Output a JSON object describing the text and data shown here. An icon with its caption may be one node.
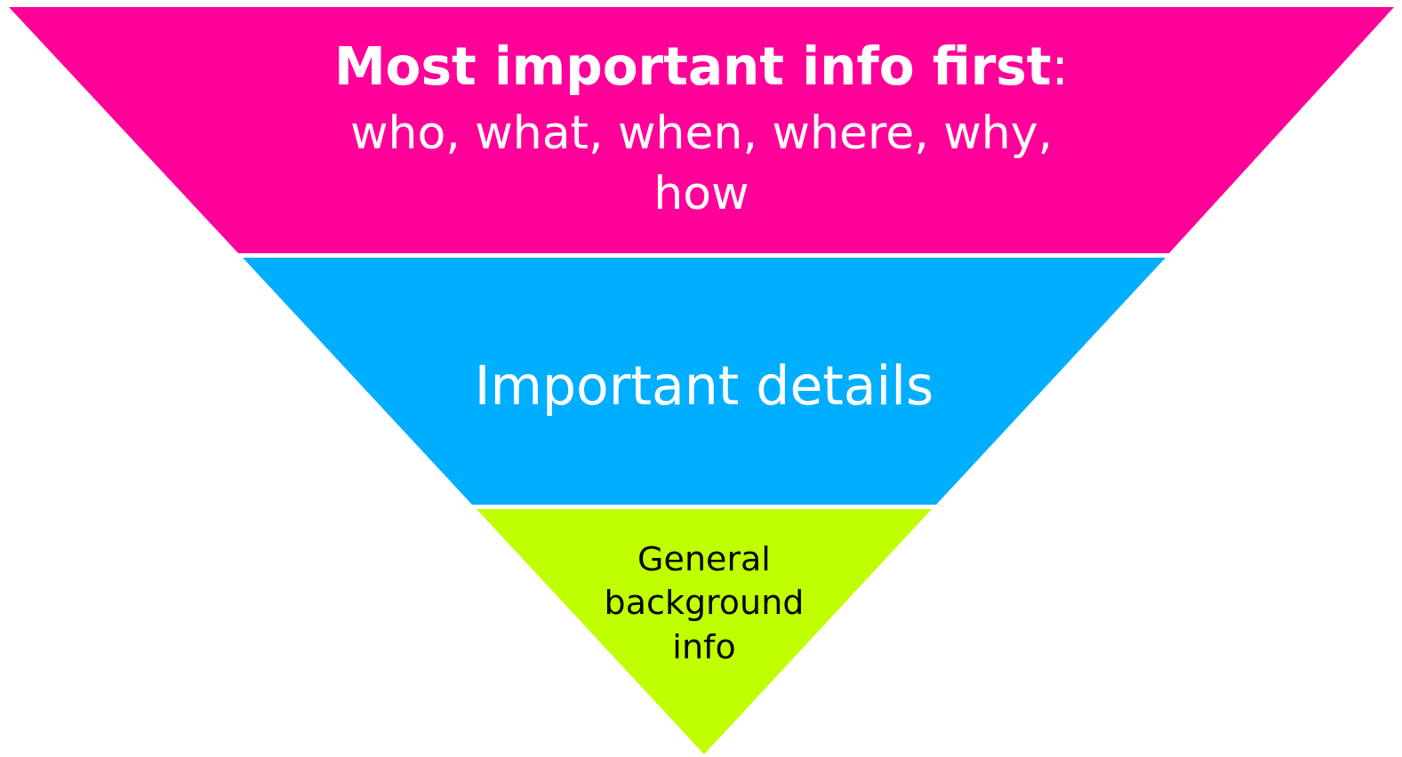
{
  "diagram": {
    "nodes": [
      {
        "text": [
          "**Most important info first**:",
          "who, what, when, where, why, how"
        ]
      },
      {
        "text": [
          "Important details"
        ]
      },
      {
        "text": [
          "General background info"
        ]
      }
    ]
  }
}
